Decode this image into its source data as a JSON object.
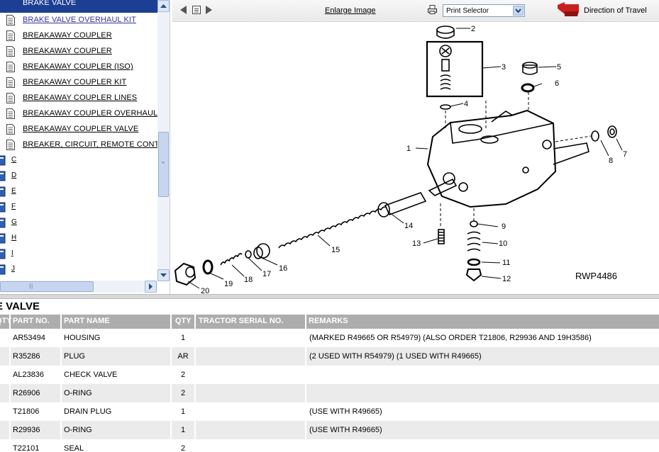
{
  "tree": {
    "items": [
      {
        "label": "BRAKE VALVE",
        "selected": true
      },
      {
        "label": "BRAKE VALVE OVERHAUL KIT",
        "visited": true
      },
      {
        "label": "BREAKAWAY COUPLER"
      },
      {
        "label": "BREAKAWAY COUPLER"
      },
      {
        "label": "BREAKAWAY COUPLER (ISO)"
      },
      {
        "label": "BREAKAWAY COUPLER KIT"
      },
      {
        "label": "BREAKAWAY COUPLER LINES"
      },
      {
        "label": "BREAKAWAY COUPLER OVERHAUL K"
      },
      {
        "label": "BREAKAWAY COUPLER VALVE"
      },
      {
        "label": "BREAKER, CIRCUIT, REMOTE CONTROL"
      }
    ],
    "letters": [
      "C",
      "D",
      "E",
      "F",
      "G",
      "H",
      "I",
      "J"
    ]
  },
  "toolbar": {
    "enlarge_label": "Enlarge Image",
    "print_selector": "Print Selector",
    "direction_label": "Direction of Travel",
    "colors": {
      "direction_arrow": "#c8201e"
    }
  },
  "diagram": {
    "image_id": "RWP4486",
    "callouts": [
      "1",
      "2",
      "3",
      "4",
      "5",
      "6",
      "7",
      "8",
      "9",
      "10",
      "11",
      "12",
      "13",
      "14",
      "15",
      "16",
      "17",
      "18",
      "19",
      "20"
    ]
  },
  "section_title": "E VALVE",
  "table": {
    "headers": [
      "QTY",
      "PART NO.",
      "PART NAME",
      "QTY",
      "TRACTOR SERIAL NO.",
      "REMARKS"
    ],
    "rows": [
      {
        "part_no": "AR53494",
        "part_name": "HOUSING",
        "qty": "1",
        "serial": "",
        "remarks": "(MARKED R49665 OR R54979) (ALSO ORDER T21806, R29936 AND 19H3586)"
      },
      {
        "part_no": "R35286",
        "part_name": "PLUG",
        "qty": "AR",
        "serial": "",
        "remarks": "(2 USED WITH R54979) (1 USED WITH R49665)"
      },
      {
        "part_no": "AL23836",
        "part_name": "CHECK VALVE",
        "qty": "2",
        "serial": "",
        "remarks": ""
      },
      {
        "part_no": "R26906",
        "part_name": "O-RING",
        "qty": "2",
        "serial": "",
        "remarks": ""
      },
      {
        "part_no": "T21806",
        "part_name": "DRAIN PLUG",
        "qty": "1",
        "serial": "",
        "remarks": "(USE WITH R49665)"
      },
      {
        "part_no": "R29936",
        "part_name": "O-RING",
        "qty": "1",
        "serial": "",
        "remarks": "(USE WITH R49665)"
      },
      {
        "part_no": "T22101",
        "part_name": "SEAL",
        "qty": "2",
        "serial": "",
        "remarks": ""
      }
    ]
  }
}
